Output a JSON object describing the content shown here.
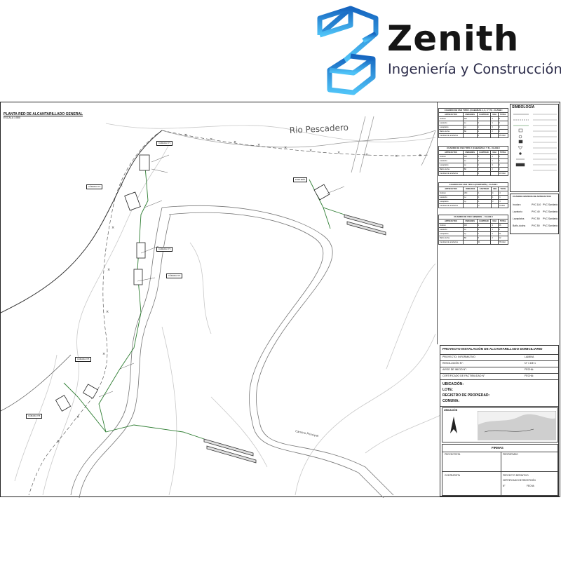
{
  "brand": {
    "name": "Zenith",
    "tagline": "Ingeniería y Construcción",
    "accent_color": "#1e88e5",
    "accent_light": "#4fc3f7"
  },
  "plan": {
    "title": "PLANTA RED DE ALCANTARILLADO GENERAL",
    "scale": "ESCALA 1:500",
    "river_label": "Rio Pescadero",
    "road_label": "Camino Principal"
  },
  "simbologia": {
    "title": "SIMBOLOGÍA"
  },
  "tables": [
    {
      "caption": "CUADRO DE USO TIPO 1 (CABAÑAS 1, 2, 4 Y 5) - CLASE I",
      "headers": [
        "ARTEFACTOS",
        "UNIDADES",
        "CANTIDAD",
        "UEH",
        "TOTAL"
      ],
      "rows": [
        [
          "Inodoro",
          "WC",
          "2",
          "4",
          "8"
        ],
        [
          "Lavatorio",
          "Lo",
          "2",
          "1",
          "2"
        ],
        [
          "Lavaplatos",
          "Lp",
          "1",
          "3",
          "3"
        ],
        [
          "Baño-ducha",
          "Bd",
          "1",
          "2",
          "2"
        ],
        [
          "Cantidad de artefactos",
          "",
          "6",
          "",
          "15 UEH"
        ]
      ]
    },
    {
      "caption": "CUADRO DE USO TIPO 2 (CABAÑAS 3 Y 6) - CLASE I",
      "headers": [
        "ARTEFACTOS",
        "UNIDADES",
        "CANTIDAD",
        "UEH",
        "TOTAL"
      ],
      "rows": [
        [
          "Inodoro",
          "WC",
          "1",
          "4",
          "4"
        ],
        [
          "Lavatorio",
          "Lo",
          "1",
          "1",
          "1"
        ],
        [
          "Lavaplatos",
          "Lp",
          "1",
          "3",
          "3"
        ],
        [
          "Baño-ducha",
          "Bd",
          "1",
          "2",
          "2"
        ],
        [
          "Cantidad de artefactos",
          "",
          "4",
          "",
          "10 UEH"
        ]
      ]
    },
    {
      "caption": "CUADRO DE USO TIPO 3 (PORTERÍA) - CLASE I",
      "headers": [
        "ARTEFACTOS",
        "UNIDADES",
        "CANTIDAD",
        "UEH",
        "TOTAL"
      ],
      "rows": [
        [
          "Inodoro",
          "WC",
          "1",
          "4",
          "4"
        ],
        [
          "Lavatorio",
          "Lo",
          "1",
          "1",
          "1"
        ],
        [
          "Lavaplatos",
          "Lp",
          "1",
          "3",
          "3"
        ],
        [
          "Cantidad de artefactos",
          "",
          "3",
          "",
          "8 UEH"
        ]
      ]
    },
    {
      "caption": "CUADRO DE USO GENERAL - CLASE I",
      "headers": [
        "ARTEFACTOS",
        "UNIDADES",
        "CANTIDAD",
        "UEH",
        "TOTAL"
      ],
      "rows": [
        [
          "Inodoro",
          "WC",
          "9",
          "4",
          "36"
        ],
        [
          "Lavatorio",
          "Lo",
          "9",
          "1",
          "9"
        ],
        [
          "Lavaplatos",
          "Lp",
          "7",
          "3",
          "21"
        ],
        [
          "Baño-ducha",
          "Bd",
          "6",
          "2",
          "12"
        ],
        [
          "Cantidad de artefactos",
          "",
          "31",
          "",
          "78 UEH"
        ]
      ]
    }
  ],
  "centros": {
    "caption": "CUADRO CENTROS DE ARTEFACTOS",
    "rows": [
      [
        "Inodoro",
        "PVC 110",
        "PVC Sanitario"
      ],
      [
        "Lavatorio",
        "PVC 40",
        "PVC Sanitario"
      ],
      [
        "Lavaplatos",
        "PVC 50",
        "PVC Sanitario"
      ],
      [
        "Baño-ducha",
        "PVC 50",
        "PVC Sanitario"
      ]
    ]
  },
  "title_block": {
    "project_title": "PROYECTO INSTALACIÓN DE ALCANTARILLADO DOMICILIARIO",
    "proyecto_label": "PROYECTO: INFORMATIVO",
    "lamina_label": "LAMINA",
    "resolucion_label": "RESOLUCIÓN N°:",
    "lamina_value": "N° 1 DE 1",
    "aviso_label": "AVISO DE INICIO N°:",
    "fecha_label": "FECHA:",
    "certificado_label": "CERTIFICADO DE FACTIBILIDAD N°",
    "ubicacion_label": "UBICACIÓN:",
    "lote_label": "LOTE:",
    "registro_label": "REGISTRO DE PROPIEDAD:",
    "comuna_label": "COMUNA:",
    "ubicacion_map_title": "UBICACIÓN",
    "firmas_title": "FIRMAS",
    "proyectista_label": "PROYECTISTA",
    "propietario_label": "PROPIETARIO",
    "contratista_label": "CONTRATISTA",
    "proyecto_definitivo_label": "PROYECTO DEFINITIVO",
    "certificado_recepcion_label": "CERTIFICADO DE RECEPCIÓN",
    "n_label": "N°",
    "fecha2_label": "FECHA"
  },
  "cameras": [
    "CÁMARA N°1",
    "CÁMARA N°2",
    "CÁMARA N°3",
    "CÁMARA N°4",
    "CÁMARA N°5",
    "CÁMARA N°6",
    "PORTERÍA"
  ]
}
